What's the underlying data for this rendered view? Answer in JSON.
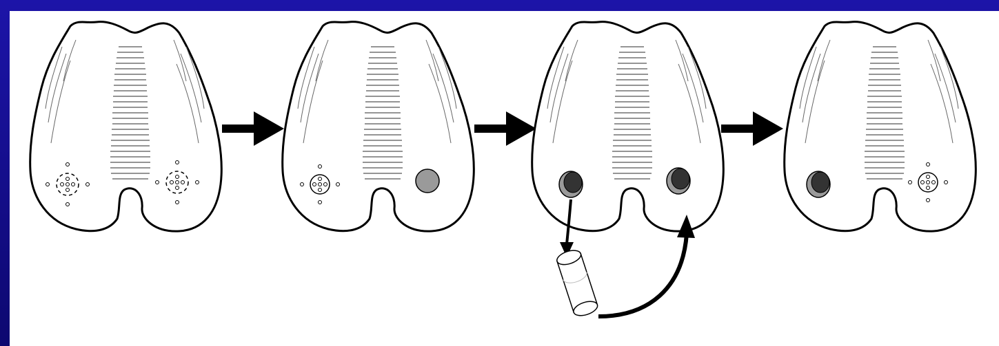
{
  "figure": {
    "background": "#ffffff",
    "frame_color": "#1a13a0",
    "outline_color": "#000000",
    "plug_fill_light": "#9a9a9a",
    "plug_fill_dark": "#333333",
    "arrow_color": "#000000"
  },
  "stages": [
    {
      "left_condyle": "marked-donor-site",
      "right_condyle": "marked-recipient-site"
    },
    {
      "left_condyle": "marked-site",
      "right_condyle": "defect"
    },
    {
      "left_condyle": "harvested-plug",
      "right_condyle": "implanted-plug"
    },
    {
      "left_condyle": "plug",
      "right_condyle": "marked-site"
    }
  ]
}
